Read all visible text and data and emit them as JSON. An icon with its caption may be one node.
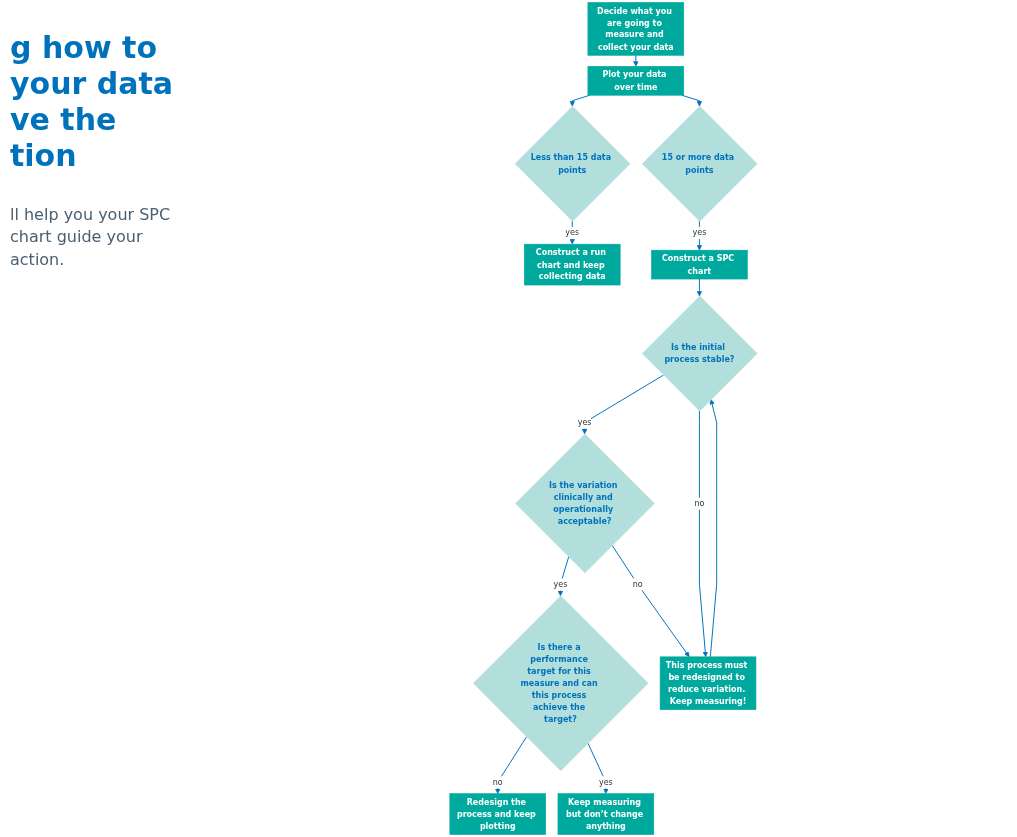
{
  "diagram": {
    "title": "g how to your data ve the tion",
    "nodes": [
      {
        "text": [
          "Decide what you are going to measure and collect your data"
        ]
      },
      {
        "text": [
          "Plot your data over time"
        ]
      },
      {
        "text": [
          "Less than 15 data points"
        ]
      },
      {
        "text": [
          "15 or more data points"
        ]
      },
      {
        "text": [
          "Construct a run chart and keep collecting data"
        ]
      },
      {
        "text": [
          "Construct a SPC chart"
        ]
      },
      {
        "text": [
          "Is the variation clinically and operationally acceptable?"
        ]
      },
      {
        "text": [
          "Is the initial process stable?"
        ]
      },
      {
        "text": [
          "This process must be redesigned to reduce variation. Keep measuring!"
        ]
      },
      {
        "text": [
          "Redesign the process and keep plotting"
        ]
      },
      {
        "text": [
          "Is there a performance target for this measure and can this process achieve the target?"
        ]
      },
      {
        "text": [
          "Keep measuring but don’t change anything"
        ]
      }
    ],
    "edges": [
      {
        "from": 0,
        "to": 1,
        "arrow": "to"
      },
      {
        "from": 1,
        "to": 2,
        "arrow": "to"
      },
      {
        "from": 1,
        "to": 3,
        "arrow": "to"
      },
      {
        "from": 2,
        "to": 4,
        "arrow": "to",
        "label": "yes"
      },
      {
        "from": 3,
        "to": 5,
        "arrow": "to",
        "label": "yes"
      },
      {
        "from": 5,
        "to": 7,
        "arrow": "to"
      },
      {
        "from": 7,
        "to": 6,
        "arrow": "to",
        "label": "yes"
      },
      {
        "from": 7,
        "to": 8,
        "arrow": "to",
        "label": "no"
      },
      {
        "from": 8,
        "to": 7,
        "arrow": "to"
      },
      {
        "from": 6,
        "to": 10,
        "arrow": "to",
        "label": "yes"
      },
      {
        "from": 6,
        "to": 8,
        "arrow": "to",
        "label": "no"
      },
      {
        "from": 10,
        "to": 9,
        "arrow": "to",
        "label": "no"
      },
      {
        "from": 10,
        "to": 11,
        "arrow": "to",
        "label": "yes"
      }
    ],
    "labels": [
      "ll help you your SPC chart guide your action."
    ]
  }
}
